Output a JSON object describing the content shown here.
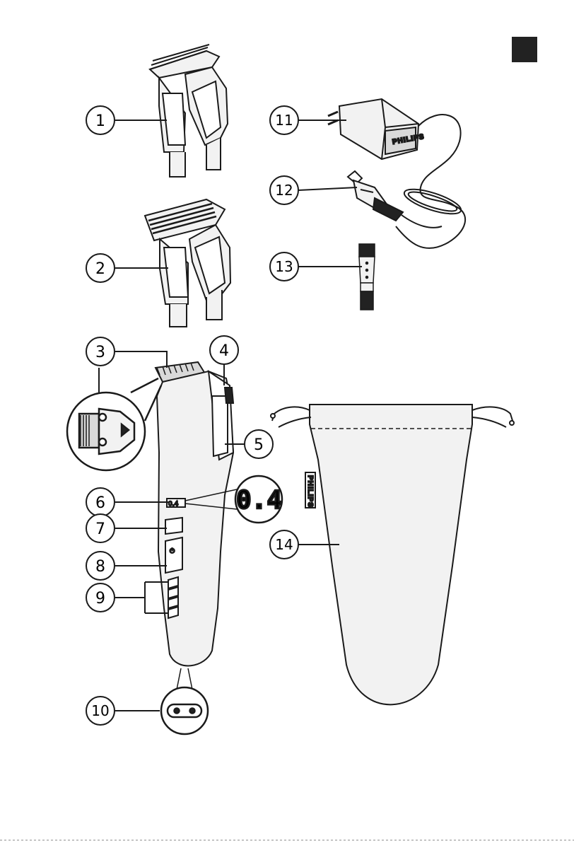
{
  "callouts": {
    "c1": "1",
    "c2": "2",
    "c3": "3",
    "c4": "4",
    "c5": "5",
    "c6": "6",
    "c7": "7",
    "c8": "8",
    "c9": "9",
    "c10": "10",
    "c11": "11",
    "c12": "12",
    "c13": "13",
    "c14": "14"
  },
  "display": {
    "value_large": "0.4",
    "value_small": "0.4"
  },
  "brand": {
    "pouch": "PHILIPS",
    "adapter": "PHILIPS"
  },
  "power_symbol": "⏻",
  "colors": {
    "line": "#1a1a1a",
    "fill_light": "#f2f2f2",
    "fill_mid": "#d9d9d9",
    "fill_dark": "#222222",
    "page": "#ffffff"
  }
}
